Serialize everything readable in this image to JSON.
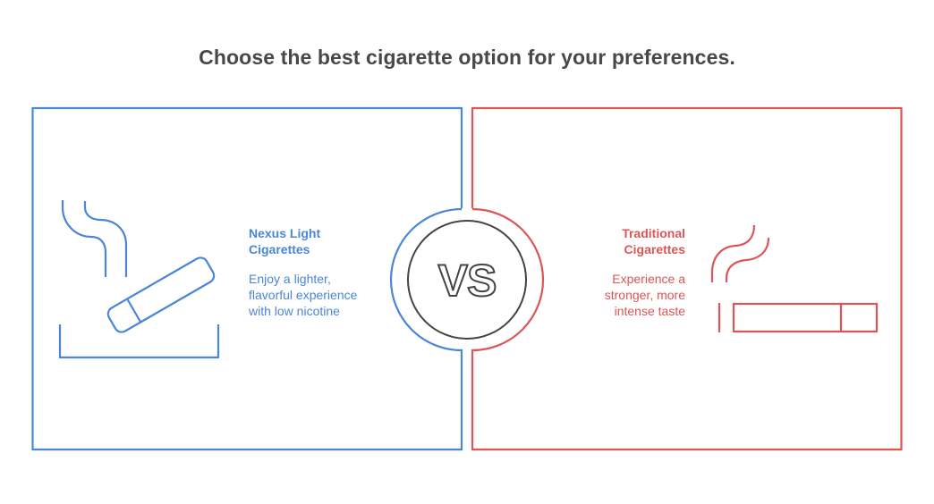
{
  "title": "Choose the best cigarette option for your preferences.",
  "colors": {
    "left_accent": "#4A86D8",
    "right_accent": "#DD5555",
    "vs_circle": "#444444",
    "title_text": "#484848"
  },
  "vs": {
    "label": "VS",
    "icon": "versus-badge"
  },
  "options": [
    {
      "side": "left",
      "heading": "Nexus Light Cigarettes",
      "heading_lines": [
        "Nexus Light",
        "Cigarettes"
      ],
      "description": "Enjoy a lighter, flavorful experience with low nicotine",
      "description_lines": [
        "Enjoy a lighter,",
        "flavorful experience",
        "with low nicotine"
      ],
      "icon": "cigarette-in-ashtray-icon"
    },
    {
      "side": "right",
      "heading": "Traditional Cigarettes",
      "heading_lines": [
        "Traditional",
        "Cigarettes"
      ],
      "description": "Experience a stronger, more intense taste",
      "description_lines": [
        "Experience a",
        "stronger, more",
        "intense taste"
      ],
      "icon": "smoking-cigarette-icon"
    }
  ]
}
